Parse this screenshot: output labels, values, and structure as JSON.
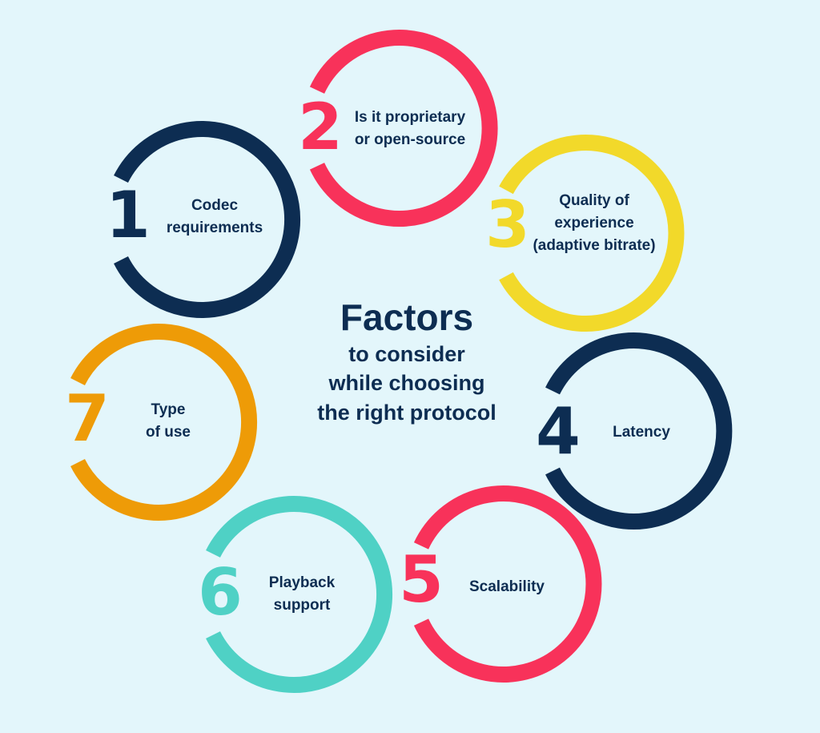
{
  "title": {
    "main": "Factors",
    "lines": [
      "to consider",
      "while choosing",
      "the right protocol"
    ]
  },
  "colors": {
    "background": "#e3f6fb",
    "navy": "#0d2d52",
    "red": "#f8325a",
    "yellow": "#f2d92a",
    "orange": "#ee9b07",
    "teal": "#4fd1c5"
  },
  "factors": [
    {
      "number": "1",
      "lines": [
        "Codec",
        "requirements"
      ],
      "color": "#0d2d52"
    },
    {
      "number": "2",
      "lines": [
        "Is it proprietary",
        "or open-source"
      ],
      "color": "#f8325a"
    },
    {
      "number": "3",
      "lines": [
        "Quality of",
        "experience",
        "(adaptive bitrate)"
      ],
      "color": "#f2d92a"
    },
    {
      "number": "4",
      "lines": [
        "Latency"
      ],
      "color": "#0d2d52"
    },
    {
      "number": "5",
      "lines": [
        "Scalability"
      ],
      "color": "#f8325a"
    },
    {
      "number": "6",
      "lines": [
        "Playback",
        "support"
      ],
      "color": "#4fd1c5"
    },
    {
      "number": "7",
      "lines": [
        "Type",
        "of use"
      ],
      "color": "#ee9b07"
    }
  ]
}
